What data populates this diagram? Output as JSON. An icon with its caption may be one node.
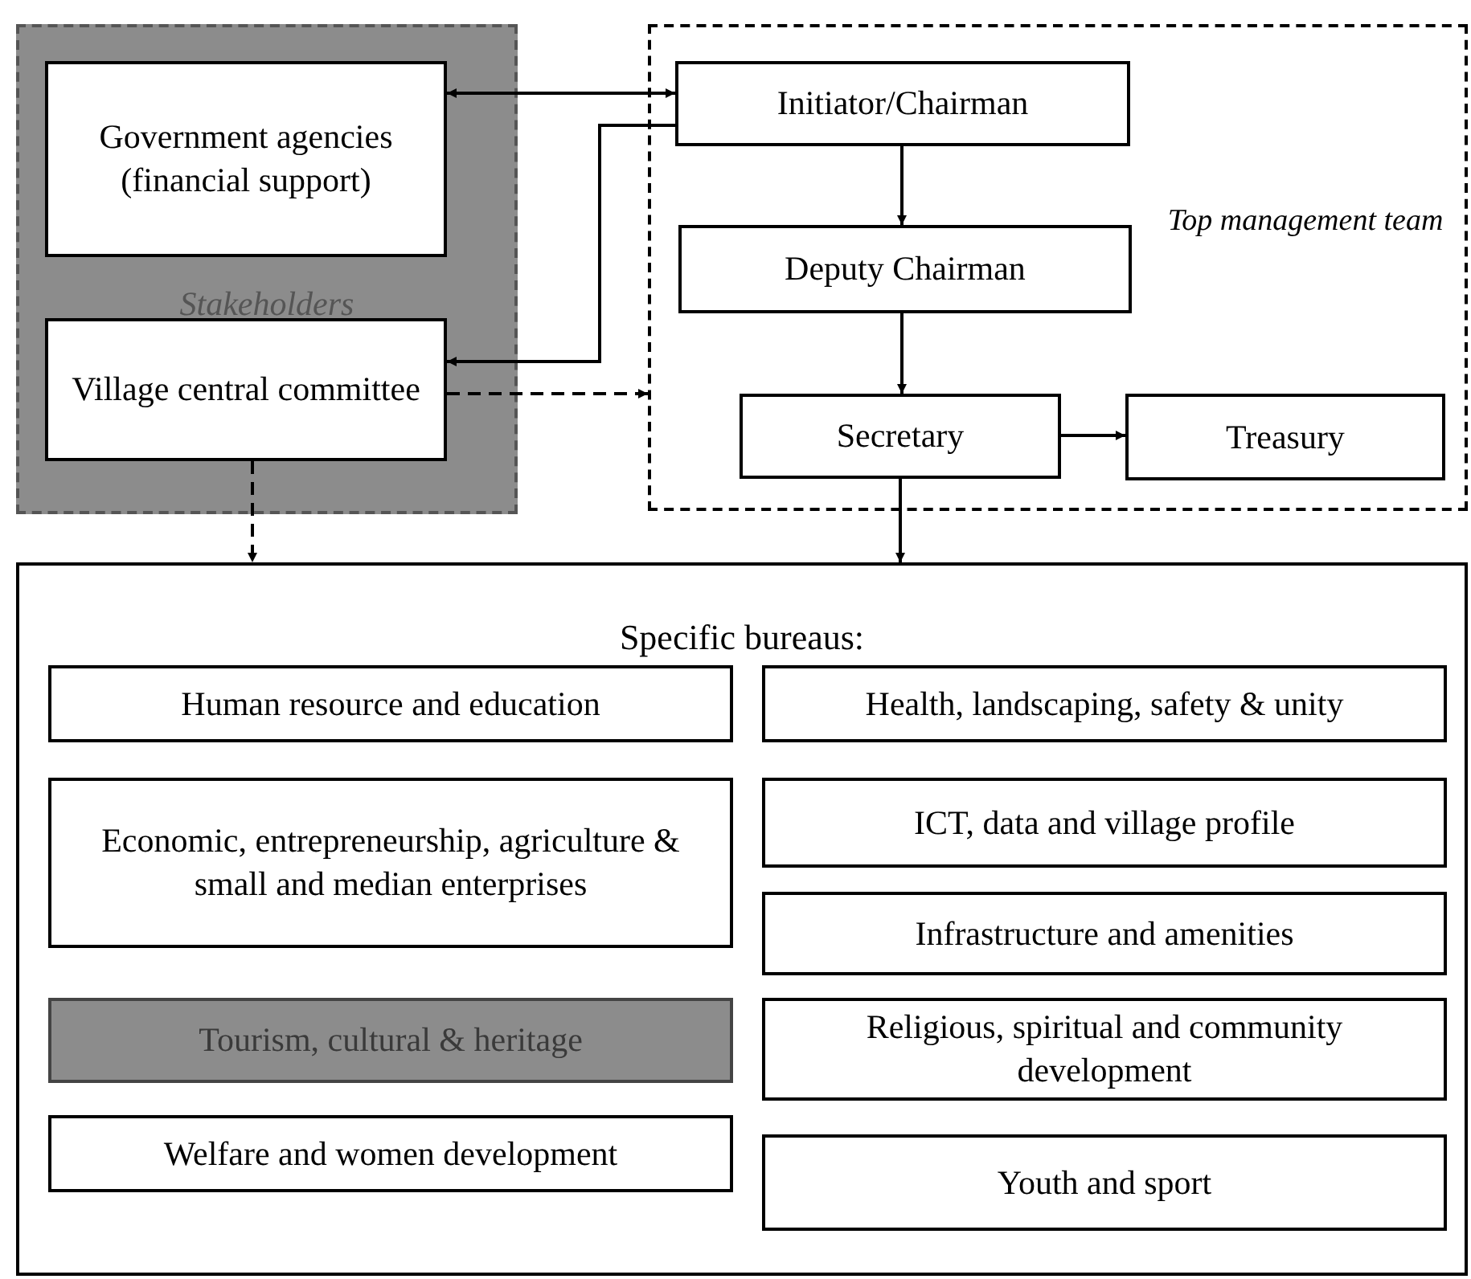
{
  "diagram": {
    "nodes": [
      {
        "text": [
          "Stakeholders"
        ]
      },
      {
        "text": [
          "Government agencies (financial support)"
        ],
        "in": 0
      },
      {
        "text": [
          "Village central committee"
        ],
        "in": 0
      },
      {
        "text": [
          "Top management team"
        ]
      },
      {
        "text": [
          "Initiator/Chairman"
        ],
        "in": 3
      },
      {
        "text": [
          "Deputy Chairman"
        ],
        "in": 3
      },
      {
        "text": [
          "Secretary"
        ],
        "in": 3
      },
      {
        "text": [
          "Treasury"
        ],
        "in": 3
      },
      {
        "text": [
          "Specific bureaus:"
        ]
      },
      {
        "text": [
          "Human resource and education"
        ],
        "in": 8
      },
      {
        "text": [
          "Economic, entrepreneurship, agriculture & small and median enterprises"
        ],
        "in": 8
      },
      {
        "text": [
          "Tourism, cultural & heritage"
        ],
        "in": 8
      },
      {
        "text": [
          "Welfare and women development"
        ],
        "in": 8
      },
      {
        "text": [
          "Health, landscaping, safety & unity"
        ],
        "in": 8
      },
      {
        "text": [
          "ICT, data and village profile"
        ],
        "in": 8
      },
      {
        "text": [
          "Infrastructure and amenities"
        ],
        "in": 8
      },
      {
        "text": [
          "Religious, spiritual and community development"
        ],
        "in": 8
      },
      {
        "text": [
          "Youth and sport"
        ],
        "in": 8
      }
    ],
    "edges": [
      {
        "from": 1,
        "to": 4,
        "arrow": "both"
      },
      {
        "from": 4,
        "to": 2,
        "arrow": "to"
      },
      {
        "from": 2,
        "to": 3,
        "arrow": "to",
        "style": "dashed"
      },
      {
        "from": 4,
        "to": 5,
        "arrow": "to"
      },
      {
        "from": 5,
        "to": 6,
        "arrow": "to"
      },
      {
        "from": 6,
        "to": 7,
        "arrow": "to"
      },
      {
        "from": 6,
        "to": 8,
        "arrow": "to"
      },
      {
        "from": 2,
        "to": 8,
        "arrow": "to",
        "style": "dashed"
      }
    ]
  }
}
